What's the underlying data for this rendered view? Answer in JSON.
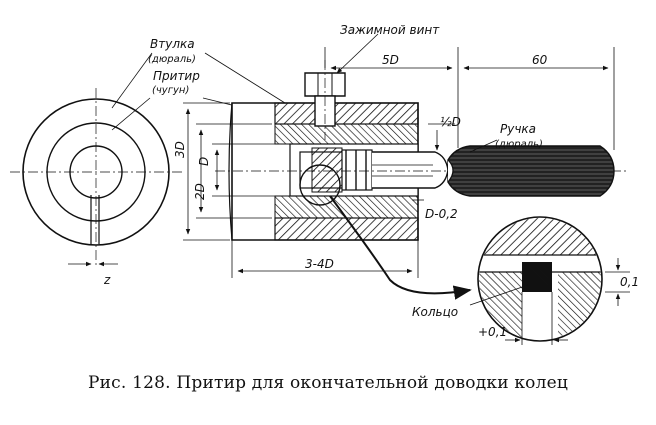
{
  "labels": {
    "vtulka": "Втулка",
    "vtulka_material": "(дюраль)",
    "pritir": "Притир",
    "pritir_material": "(чугун)",
    "clamp_screw": "Зажимной винт",
    "handle": "Ручка",
    "handle_material": "(дюраль)",
    "ring": "Кольцо"
  },
  "dimensions": {
    "screw_offset": "5D",
    "handle_len": "60",
    "half_d": "½D",
    "d3": "3D",
    "d2": "2D",
    "d1": "D",
    "d_minus": "D-0,2",
    "length": "3-4D",
    "gap_z": "z",
    "tol_right": "0,1",
    "tol_bottom": "+0,1"
  },
  "caption": "Рис. 128. Притир для окончательной доводки колец"
}
